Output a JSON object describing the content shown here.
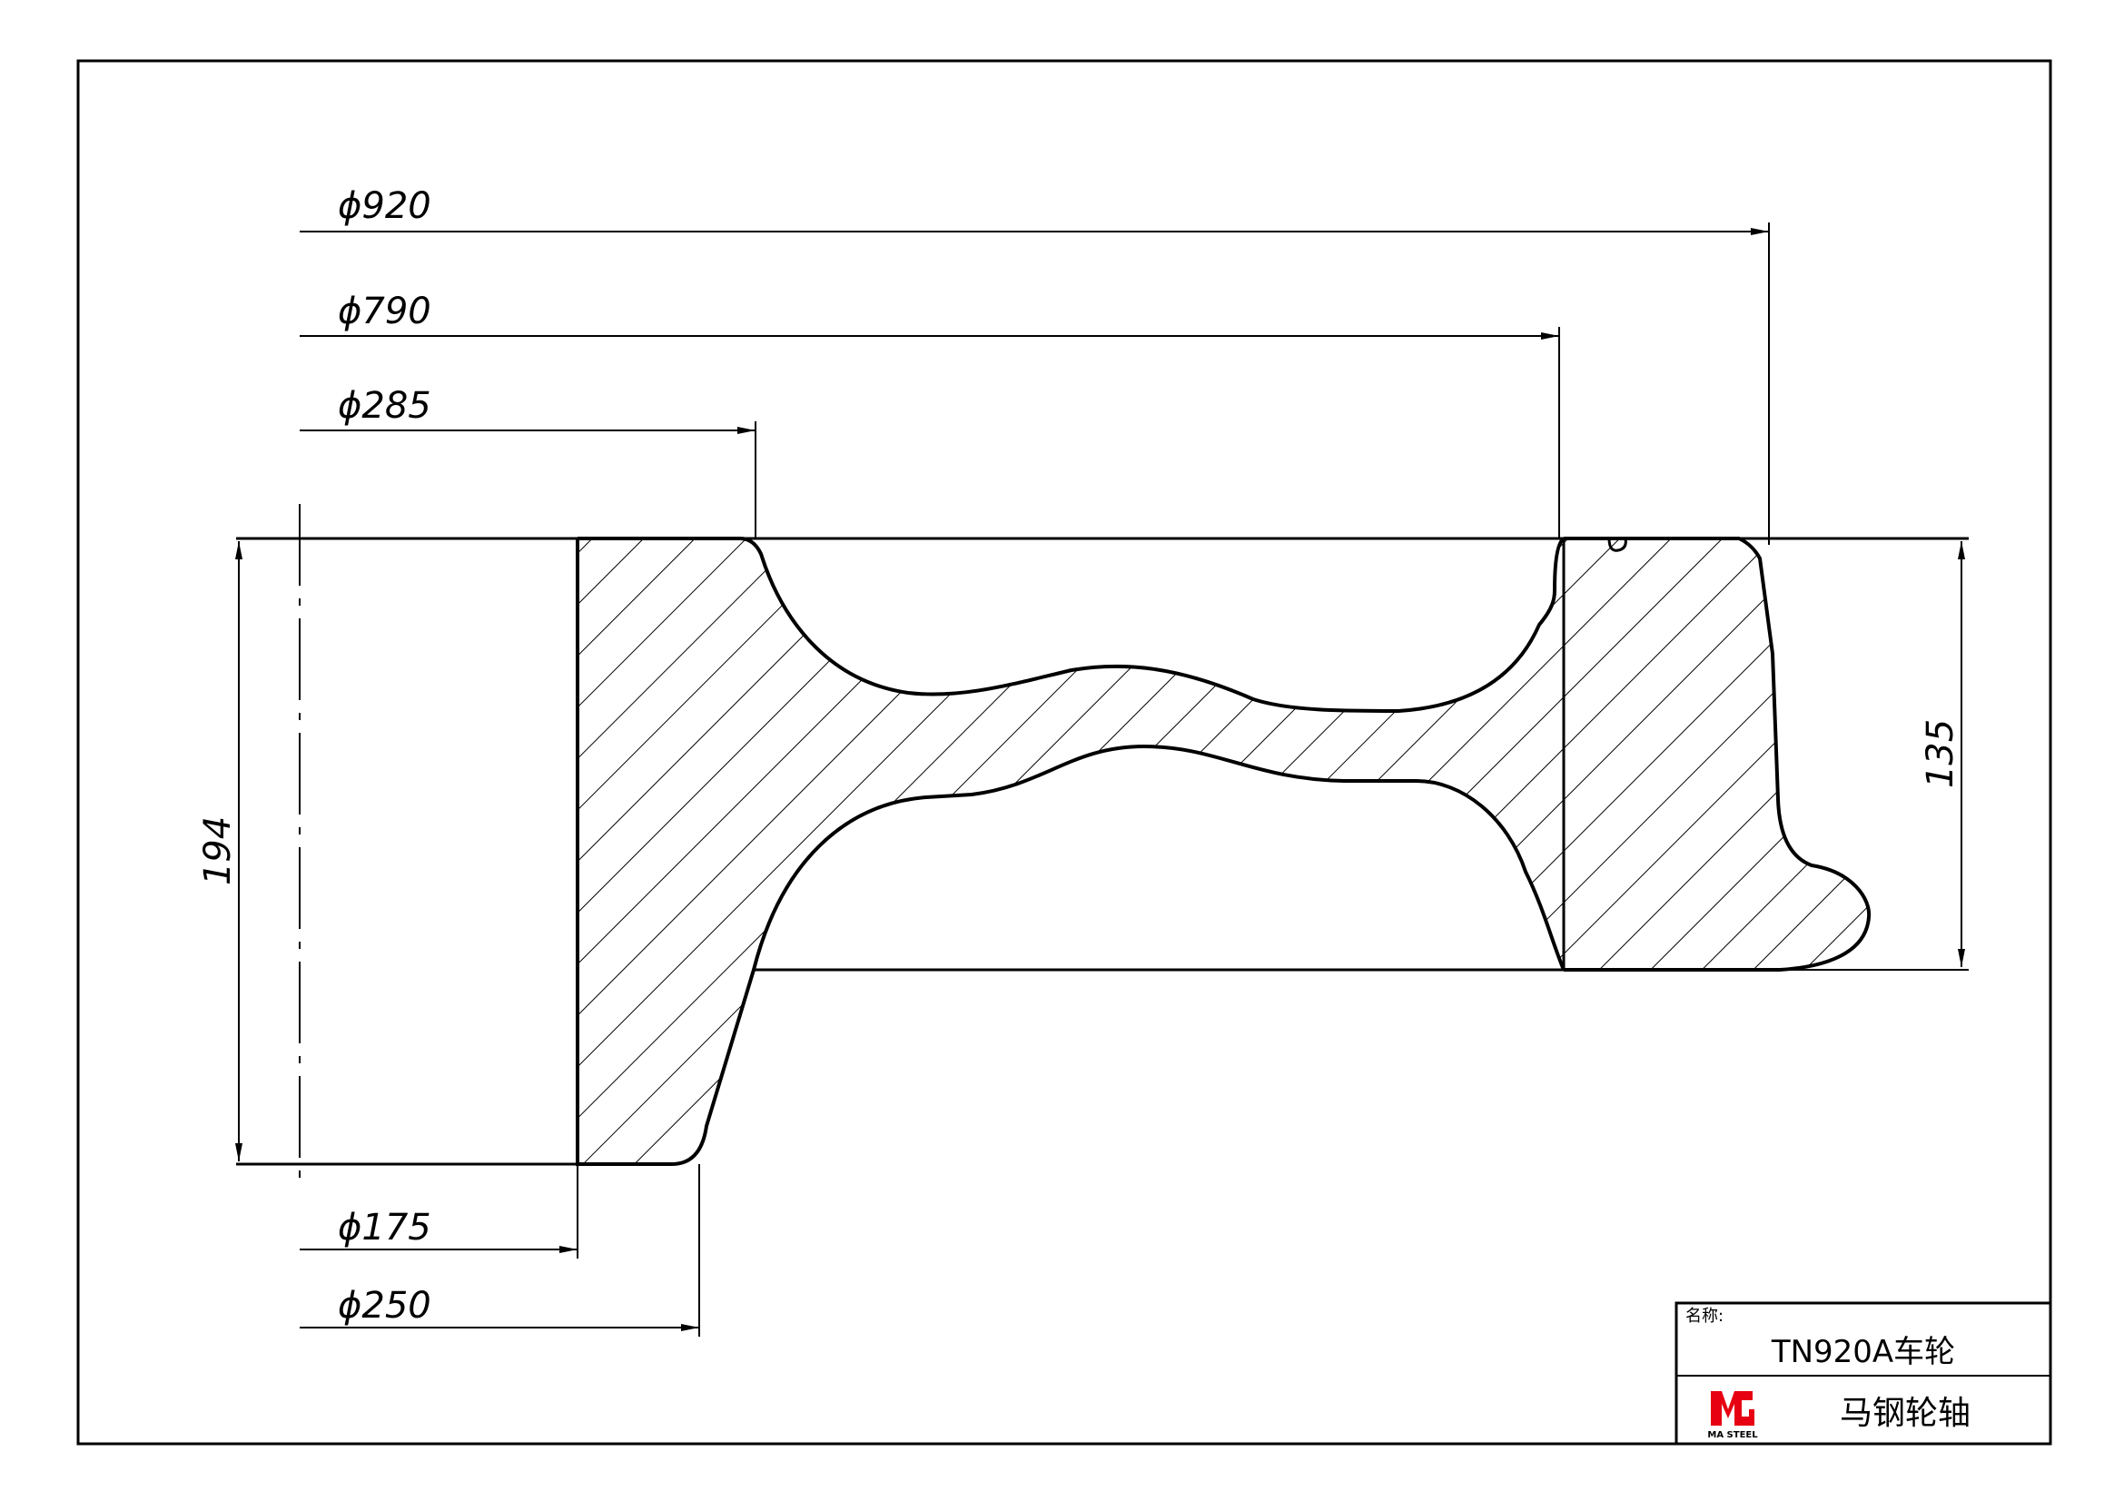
{
  "drawing": {
    "dimensions": {
      "d920": "ϕ920",
      "d790": "ϕ790",
      "d285": "ϕ285",
      "d175": "ϕ175",
      "d250": "ϕ250",
      "h194": "194",
      "h135": "135"
    }
  },
  "title_block": {
    "name_label": "名称:",
    "part_name": "TN920A车轮",
    "company": "马钢轮轴",
    "logo_text": "MA STEEL"
  },
  "colors": {
    "line": "#000000",
    "logo": "#e60012",
    "background": "#ffffff"
  }
}
